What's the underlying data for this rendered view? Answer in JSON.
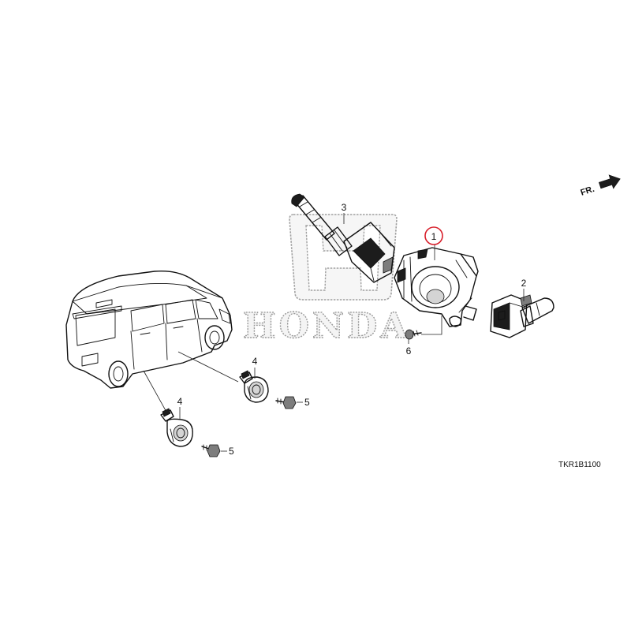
{
  "diagram": {
    "watermark_text": "HONDA",
    "direction_label": "FR.",
    "diagram_code": "TKR1B1100",
    "highlight_color": "#d81e2a",
    "callouts": {
      "c1": "1",
      "c2": "2",
      "c3": "3",
      "c4a": "4",
      "c4b": "4",
      "c5a": "5",
      "c5b": "5",
      "c6": "6"
    },
    "highlighted_callout": "1"
  }
}
